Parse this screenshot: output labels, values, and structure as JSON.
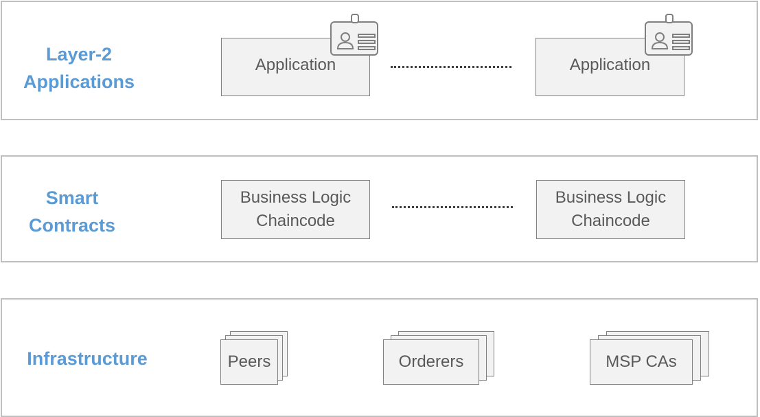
{
  "layers": {
    "applications": {
      "title": "Layer-2\nApplications",
      "items": [
        {
          "label": "Application",
          "icon": "id-badge-icon"
        },
        {
          "label": "Application",
          "icon": "id-badge-icon"
        }
      ]
    },
    "contracts": {
      "title": "Smart\nContracts",
      "items": [
        {
          "label": "Business Logic\nChaincode"
        },
        {
          "label": "Business Logic\nChaincode"
        }
      ]
    },
    "infrastructure": {
      "title": "Infrastructure",
      "items": [
        {
          "label": "Peers"
        },
        {
          "label": "Orderers"
        },
        {
          "label": "MSP CAs"
        }
      ]
    }
  },
  "colors": {
    "title": "#5b9bd5",
    "box_fill": "#f2f2f2",
    "box_border": "#808080",
    "layer_border": "#bfbfbf",
    "text": "#595959"
  }
}
